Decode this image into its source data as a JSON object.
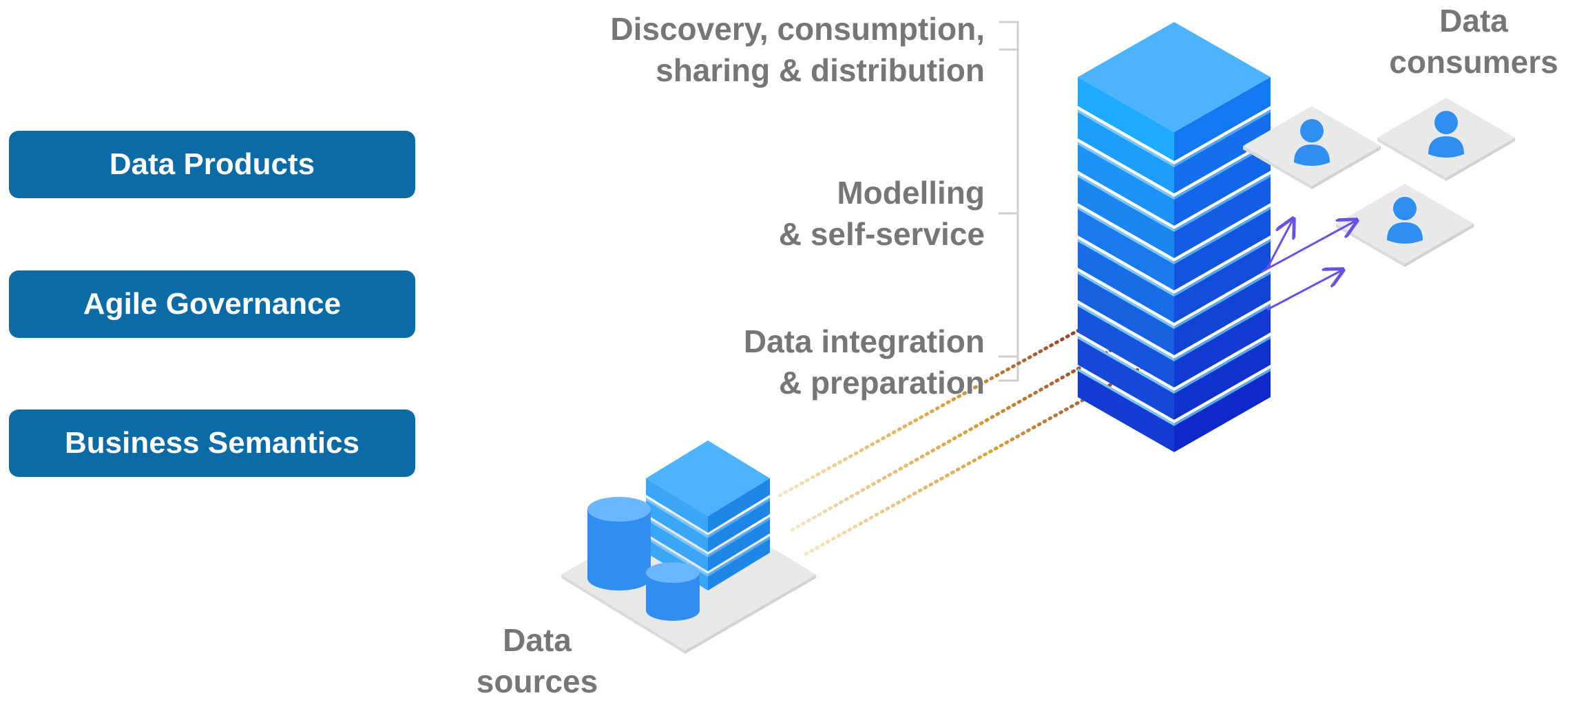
{
  "pills": [
    {
      "label": "Data Products"
    },
    {
      "label": "Agile Governance"
    },
    {
      "label": "Business Semantics"
    }
  ],
  "layer_labels": {
    "discovery": [
      "Discovery, consumption,",
      "sharing & distribution"
    ],
    "modelling": [
      "Modelling",
      "& self-service"
    ],
    "integration": [
      "Data integration",
      "& preparation"
    ]
  },
  "consumers_label": [
    "Data",
    "consumers"
  ],
  "sources_label": [
    "Data",
    "sources"
  ],
  "colors": {
    "pill": "#0c6aa4",
    "label_text": "#767676",
    "stack_light": "#4db3ff",
    "stack_dark": "#1a3fd6",
    "user_icon": "#2f8ef0",
    "arrow": "#6a4fe0",
    "dotted_line": "#d4a14a"
  },
  "icons": [
    "user-icon",
    "database-icon",
    "server-stack-icon",
    "arrow-icon"
  ]
}
